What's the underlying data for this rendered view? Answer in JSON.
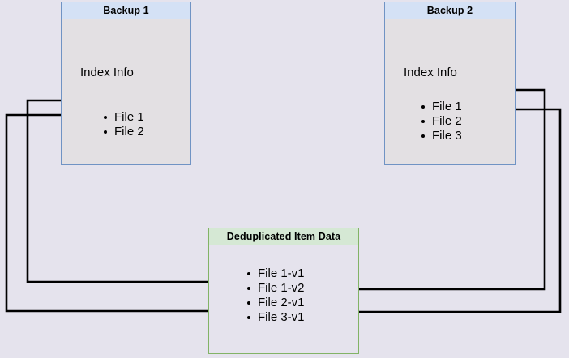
{
  "diagram": {
    "title": "Deduplicated backup index diagram",
    "background_color": "#e5e3ed",
    "line_color": "#000000"
  },
  "boxes": [
    {
      "id": "backup1",
      "header": "Backup 1",
      "caption": "Index Info",
      "accent_color": "#7093c4",
      "header_fill": "#d4e1f5",
      "body_fill": "#e3e0e3",
      "items": [
        {
          "label": "File 1"
        },
        {
          "label": "File 2"
        }
      ]
    },
    {
      "id": "backup2",
      "header": "Backup 2",
      "caption": "Index Info",
      "accent_color": "#7093c4",
      "header_fill": "#d4e1f5",
      "body_fill": "#e3e0e3",
      "items": [
        {
          "label": "File 1"
        },
        {
          "label": "File 2"
        },
        {
          "label": "File 3"
        }
      ]
    },
    {
      "id": "dedup",
      "header": "Deduplicated Item Data",
      "caption": "",
      "accent_color": "#82b366",
      "header_fill": "#d5e8d4",
      "body_fill": "#e5e3ed",
      "items": [
        {
          "label": "File 1-v1"
        },
        {
          "label": "File 1-v2"
        },
        {
          "label": "File 2-v1"
        },
        {
          "label": "File 3-v1"
        }
      ]
    }
  ],
  "connectors": [
    {
      "id": "b1-file1-to-file1v1",
      "from": "backup1.File 1",
      "to": "dedup.File 1-v1",
      "arrow": "end"
    },
    {
      "id": "b1-file2-to-file2v1",
      "from": "backup1.File 2",
      "to": "dedup.File 2-v1",
      "arrow": "end"
    },
    {
      "id": "b2-file1-to-file1v2",
      "from": "backup2.File 1",
      "to": "dedup.File 1-v2",
      "arrow": "end"
    },
    {
      "id": "b2-file2-to-file2v1",
      "from": "backup2.File 2",
      "to": "dedup.File 2-v1",
      "arrow": "end"
    }
  ]
}
